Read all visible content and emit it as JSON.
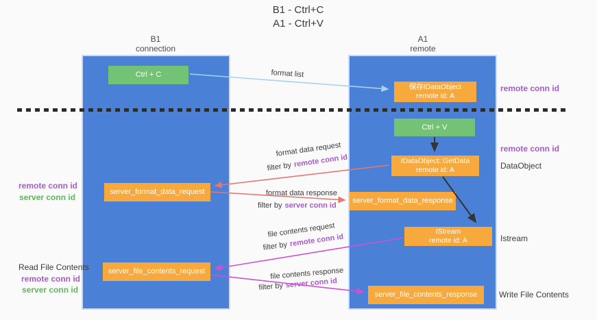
{
  "title": {
    "line1": "B1 - Ctrl+C",
    "line2": "A1 - Ctrl+V"
  },
  "columns": {
    "left": {
      "name": "B1",
      "role": "connection"
    },
    "right": {
      "name": "A1",
      "role": "remote"
    }
  },
  "nodes": {
    "ctrl_c": "Ctrl + C",
    "ctrl_v": "Ctrl + V",
    "save_idataobject": {
      "line1": "保存IDataObject",
      "line2": "remote id: A"
    },
    "getdata": {
      "line1": "IDataObject::GetData",
      "line2": "remote id: A"
    },
    "istream": {
      "line1": "IStream",
      "line2": "remote id: A"
    },
    "server_format_data_request": "server_format_data_request",
    "server_format_data_response": "server_format_data_response",
    "server_file_contents_request": "server_file_contents_request",
    "server_file_contents_response": "server_file_contents_response"
  },
  "flow_labels": {
    "format_list": "format list",
    "format_data_request": "format data request",
    "format_data_response": "format data response",
    "file_contents_request": "file contents request",
    "file_contents_response": "file contents response",
    "filter_prefix": "filter by",
    "remote_conn_id": "remote conn id",
    "server_conn_id": "server conn id"
  },
  "side_labels": {
    "remote_conn_id": "remote conn id",
    "server_conn_id": "server conn id",
    "dataobject": "DataObject",
    "istream": "Istream",
    "read_file_contents": "Read File Contents",
    "write_file_contents": "Write File Contents"
  },
  "colors": {
    "column_blue": "#4a81d6",
    "node_orange": "#f8a93e",
    "node_green": "#74c276",
    "remote_conn_purple": "#a75bc7",
    "server_conn_green": "#5fb65f",
    "arrow_light_blue": "#a8d2f0",
    "arrow_red": "#e77672",
    "arrow_magenta": "#d050d0",
    "arrow_black": "#333333"
  }
}
